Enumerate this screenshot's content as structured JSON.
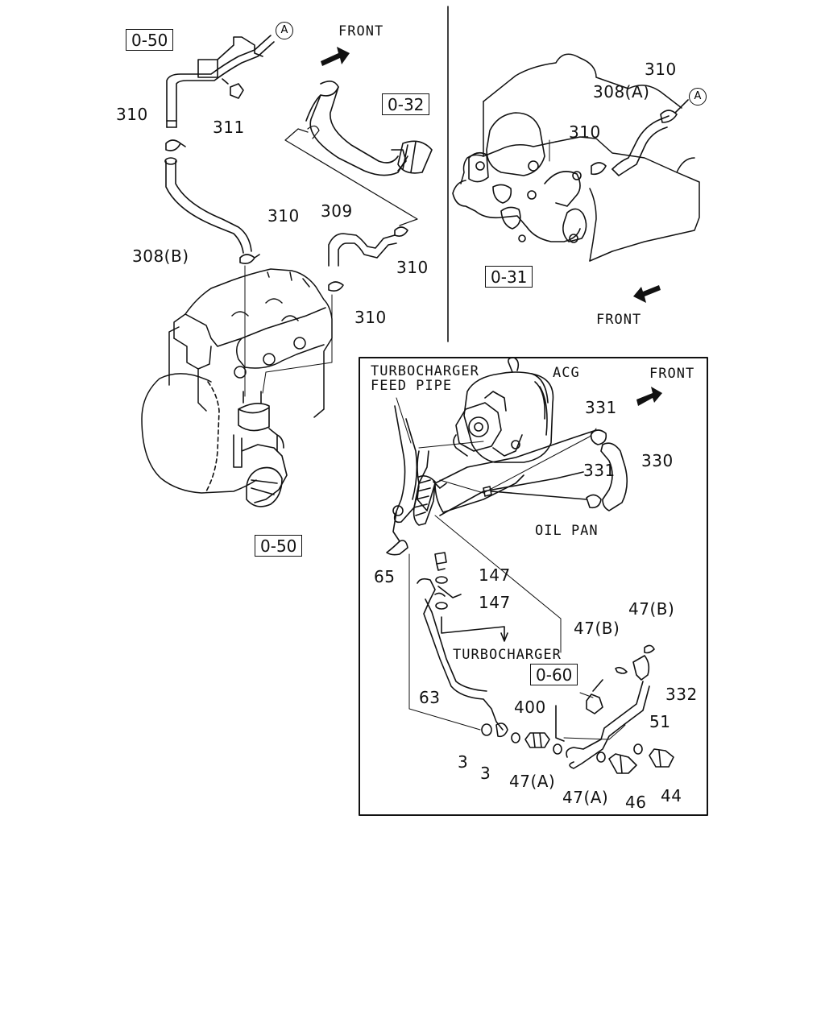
{
  "ref_boxes": [
    "0-50",
    "0-32",
    "0-31",
    "0-50",
    "0-60"
  ],
  "circle_marks": [
    "A",
    "A"
  ],
  "direction_labels": [
    "FRONT",
    "FRONT",
    "FRONT"
  ],
  "captions": {
    "turbo_feed_pipe_line1": "TURBOCHARGER",
    "turbo_feed_pipe_line2": "FEED PIPE",
    "acg": "ACG",
    "oil_pan": "OIL PAN",
    "turbocharger": "TURBOCHARGER"
  },
  "part_labels": [
    "310",
    "311",
    "308(B)",
    "310",
    "309",
    "310",
    "310",
    "310",
    "308(A)",
    "310",
    "331",
    "330",
    "331",
    "65",
    "147",
    "147",
    "47(B)",
    "47(B)",
    "332",
    "63",
    "400",
    "51",
    "3",
    "3",
    "47(A)",
    "47(A)",
    "46",
    "44"
  ]
}
